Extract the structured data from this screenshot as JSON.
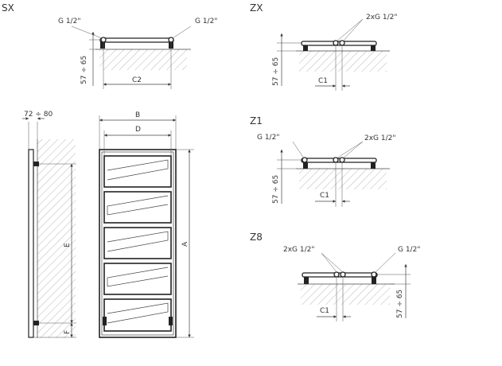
{
  "sx": {
    "title": "SX",
    "left_conn": "G 1/2\"",
    "right_conn": "G 1/2\"",
    "height_dim": "57 ÷ 65",
    "width_dim": "C2"
  },
  "zx": {
    "title": "ZX",
    "conn": "2xG 1/2\"",
    "height_dim": "57 ÷ 65",
    "offset_dim": "C1"
  },
  "z1": {
    "title": "Z1",
    "left_conn": "G 1/2\"",
    "right_conn": "2xG 1/2\"",
    "height_dim": "57 ÷ 65",
    "offset_dim": "C1"
  },
  "z8": {
    "title": "Z8",
    "left_conn": "2xG 1/2\"",
    "right_conn": "G 1/2\"",
    "height_dim": "57 ÷ 65",
    "offset_dim": "C1"
  },
  "side_view": {
    "depth_dim": "72 ÷ 80",
    "e_dim": "E",
    "f_dim": "F"
  },
  "front_view": {
    "b_dim": "B",
    "d_dim": "D",
    "a_dim": "A"
  }
}
